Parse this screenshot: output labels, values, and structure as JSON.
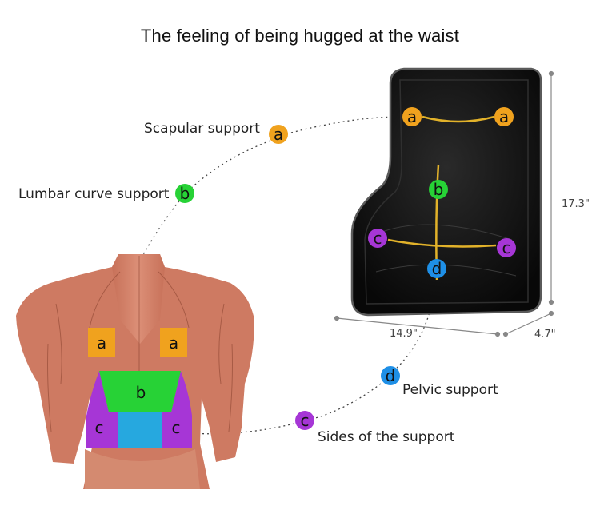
{
  "title": "The feeling of being hugged at the waist",
  "labels": {
    "scapular": "Scapular support",
    "lumbar": "Lumbar curve support",
    "pelvic": "Pelvic support",
    "sides": "Sides of the support"
  },
  "badges": {
    "a": "a",
    "b": "b",
    "c": "c",
    "d": "d"
  },
  "dimensions": {
    "height": "17.3\"",
    "width": "14.9\"",
    "depth": "4.7\""
  },
  "colors": {
    "a": "#F0A21E",
    "b": "#27D236",
    "c": "#A636D6",
    "d": "#1E8FE6",
    "curve": "#E2B22A",
    "cushion": "#161616",
    "skin": "#D9876E"
  }
}
